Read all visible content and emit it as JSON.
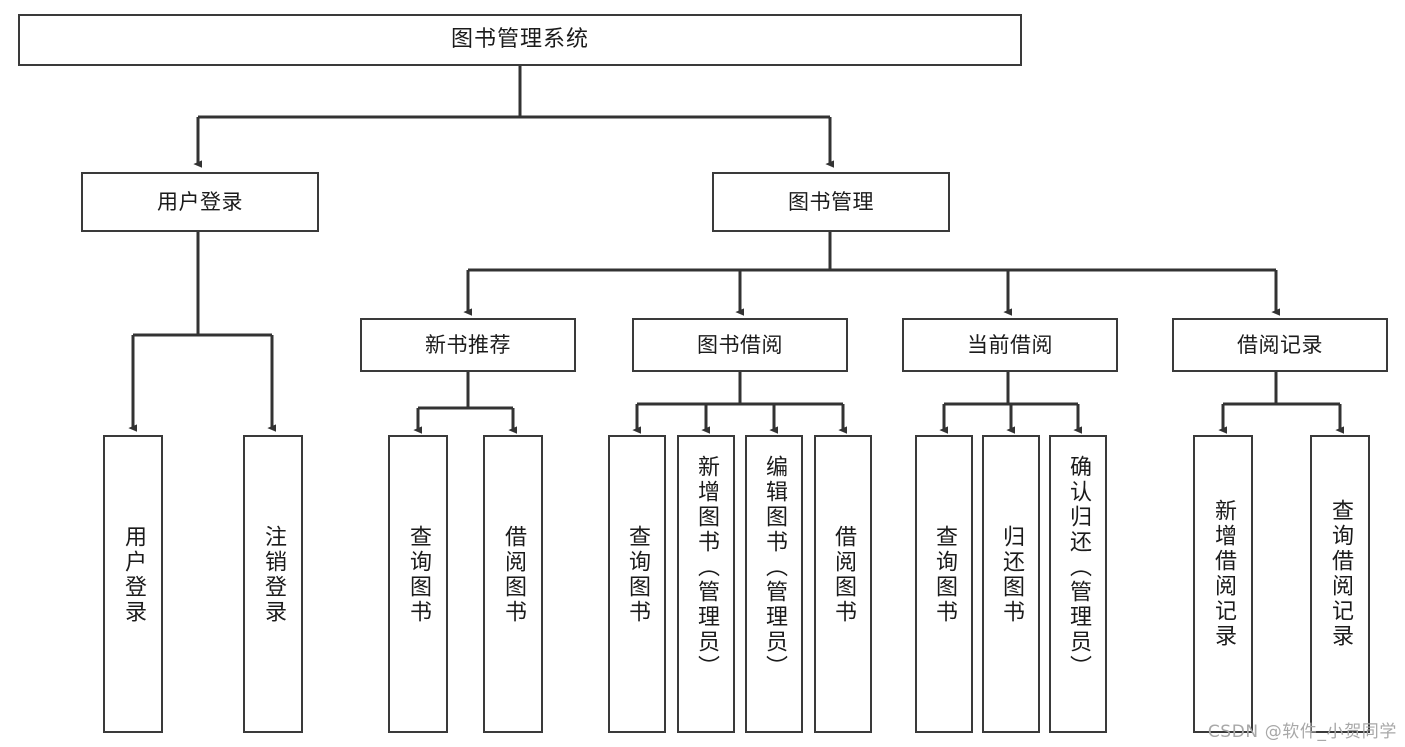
{
  "diagram": {
    "title": "图书管理系统",
    "type": "tree-hierarchy-chart",
    "watermark": "CSDN @软件_小贺同学",
    "colors": {
      "border": "#3a3a3a",
      "text": "#1b1b1b",
      "background": "#ffffff",
      "connector": "#333333",
      "watermark": "#a8a8a8"
    }
  },
  "nodes": {
    "root": {
      "label": "图书管理系统"
    },
    "level1": [
      {
        "id": "user-login",
        "label": "用户登录"
      },
      {
        "id": "book-management",
        "label": "图书管理"
      }
    ],
    "level2": [
      {
        "id": "new-book-recommend",
        "label": "新书推荐"
      },
      {
        "id": "book-borrow",
        "label": "图书借阅"
      },
      {
        "id": "current-borrow",
        "label": "当前借阅"
      },
      {
        "id": "borrow-record",
        "label": "借阅记录"
      }
    ],
    "leaves": {
      "user_login": [
        {
          "id": "leaf-user-login",
          "label": "用户登录"
        },
        {
          "id": "leaf-logout-login",
          "label": "注销登录"
        }
      ],
      "new_book_recommend": [
        {
          "id": "leaf-query-book-1",
          "label": "查询图书"
        },
        {
          "id": "leaf-borrow-book-1",
          "label": "借阅图书"
        }
      ],
      "book_borrow": [
        {
          "id": "leaf-query-book-2",
          "label": "查询图书"
        },
        {
          "id": "leaf-add-book",
          "label": "新增图书（管理员）"
        },
        {
          "id": "leaf-edit-book",
          "label": "编辑图书（管理员）"
        },
        {
          "id": "leaf-borrow-book-2",
          "label": "借阅图书"
        }
      ],
      "current_borrow": [
        {
          "id": "leaf-query-book-3",
          "label": "查询图书"
        },
        {
          "id": "leaf-return-book",
          "label": "归还图书"
        },
        {
          "id": "leaf-confirm-return",
          "label": "确认归还（管理员）"
        }
      ],
      "borrow_record": [
        {
          "id": "leaf-add-borrow-record",
          "label": "新增借阅记录"
        },
        {
          "id": "leaf-query-borrow-record",
          "label": "查询借阅记录"
        }
      ]
    }
  }
}
